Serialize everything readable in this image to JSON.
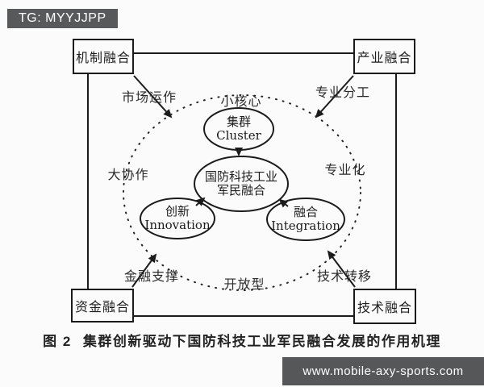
{
  "watermarks": {
    "tg_badge": "TG: MYYJJPP",
    "site_url": "www.mobile-axy-sports.com"
  },
  "diagram": {
    "corner_boxes": [
      {
        "position": "top-left",
        "label": "机制融合"
      },
      {
        "position": "top-right",
        "label": "产业融合"
      },
      {
        "position": "bottom-left",
        "label": "资金融合"
      },
      {
        "position": "bottom-right",
        "label": "技术融合"
      }
    ],
    "edge_labels": [
      "市场运作",
      "小核心",
      "专业分工",
      "大协作",
      "专业化",
      "金融支撑",
      "开放型",
      "技术转移"
    ],
    "ellipses": {
      "top": {
        "line1": "集群",
        "line2": "Cluster"
      },
      "center": {
        "line1": "国防科技工业",
        "line2": "军民融合"
      },
      "left": {
        "line1": "创新",
        "line2": "Innovation"
      },
      "right": {
        "line1": "融合",
        "line2": "Integration"
      }
    }
  },
  "caption": {
    "figure_no": "图 2",
    "text": "集群创新驱动下国防科技工业军民融合发展的作用机理"
  },
  "colors": {
    "bar_gray": "#58595b",
    "line_black": "#1b1b1b",
    "background": "#fbfbfb"
  }
}
